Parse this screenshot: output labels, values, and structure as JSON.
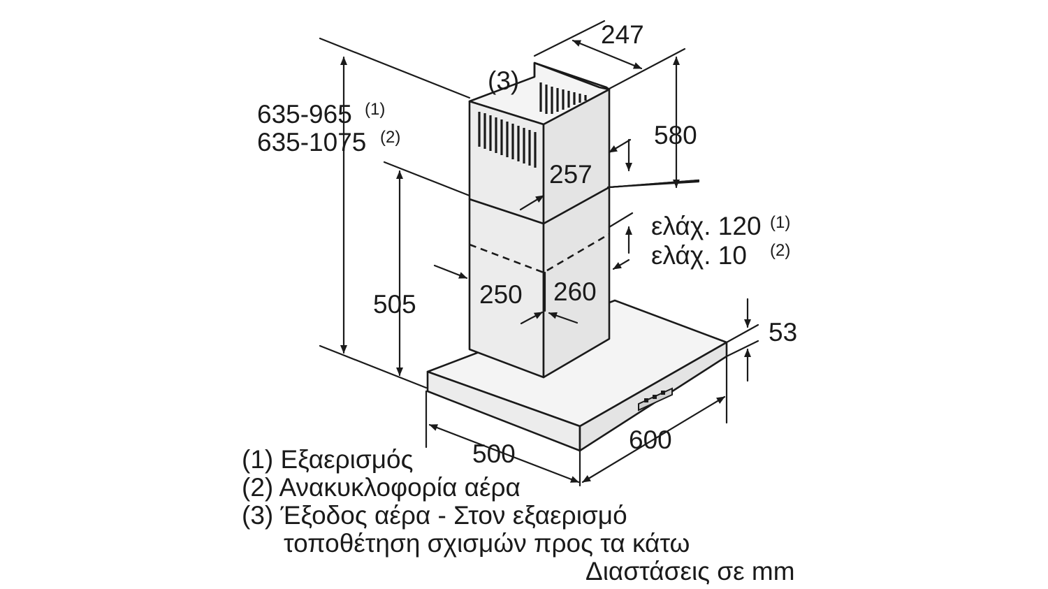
{
  "dimensions": {
    "width_top_duct": "247",
    "height_top_duct": "580",
    "duct_depth_top": "257",
    "total_height_1": "635-965",
    "total_height_2": "635-1075",
    "ref_1": "(1)",
    "ref_2": "(2)",
    "vent_ref": "(3)",
    "lower_height": "505",
    "duct_width_left": "250",
    "duct_width_right": "260",
    "min_overlap_1": "ελάχ. 120",
    "min_overlap_2": "ελάχ. 10",
    "hood_thickness": "53",
    "hood_depth": "500",
    "hood_width": "600"
  },
  "legend": {
    "item1": "(1) Εξαερισμός",
    "item2": "(2) Ανακυκλοφορία αέρα",
    "item3_line1": "(3) Έξοδος αέρα - Στον εξαερισμό",
    "item3_line2": "τοποθέτηση σχισμών προς τα κάτω",
    "units": "Διαστάσεις σε mm"
  }
}
